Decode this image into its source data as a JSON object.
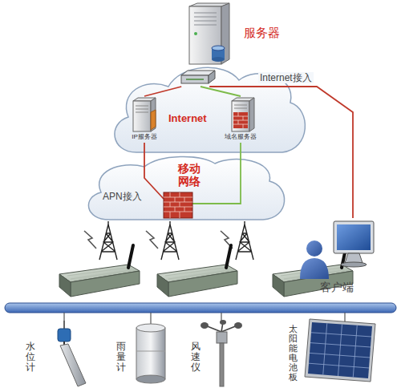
{
  "diagram": {
    "nodes": [
      {
        "text": [
          "服务器"
        ]
      },
      {
        "text": [
          "Internet"
        ]
      },
      {
        "text": [
          "IP服务器"
        ],
        "in": 1
      },
      {
        "text": [
          "域名服务器"
        ],
        "in": 1
      },
      {
        "text": [
          "移动网络"
        ]
      },
      {
        "text": [
          "客户端"
        ]
      },
      {
        "text": [
          "水位计"
        ]
      },
      {
        "text": [
          "雨量计"
        ]
      },
      {
        "text": [
          "风速仪"
        ]
      },
      {
        "text": [
          "太阳能电池板"
        ]
      }
    ],
    "edges": [
      {
        "from": 0,
        "to": 2,
        "arrow": "none"
      },
      {
        "from": 0,
        "to": 3,
        "arrow": "none"
      },
      {
        "from": 0,
        "to": 5,
        "label": "Internet接入",
        "arrow": "none"
      },
      {
        "from": 2,
        "to": 4,
        "arrow": "none"
      },
      {
        "from": 3,
        "to": 4,
        "arrow": "none"
      }
    ],
    "labels": [
      "APN接入"
    ]
  }
}
